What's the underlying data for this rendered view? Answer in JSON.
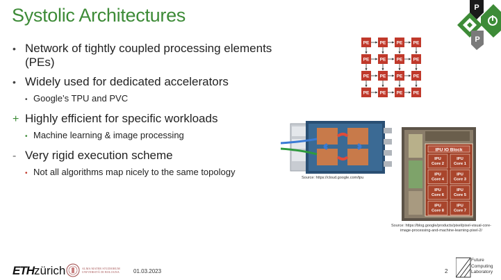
{
  "slide": {
    "title": "Systolic Architectures",
    "bullets": [
      {
        "marker": "•",
        "text": "Network of tightly coupled processing elements (PEs)"
      },
      {
        "marker": "•",
        "text": "Widely used for dedicated accelerators",
        "sub": {
          "marker": "•",
          "text": "Google’s TPU and PVC"
        }
      },
      {
        "marker": "+",
        "text": "Highly efficient for specific workloads",
        "sub": {
          "marker": "•",
          "text": "Machine learning & image processing"
        }
      },
      {
        "marker": "-",
        "text": "Very rigid execution scheme",
        "sub": {
          "marker": "•",
          "text": "Not all algorithms map nicely to the same topology"
        }
      }
    ],
    "pe_label": "PE",
    "tpu_source": "Source: https://cloud.google.com/tpu",
    "chip": {
      "io_block": "IPU IO Block",
      "cores": [
        [
          "IPU",
          "Core 2"
        ],
        [
          "IPU",
          "Core 1"
        ],
        [
          "IPU",
          "Core 4"
        ],
        [
          "IPU",
          "Core 3"
        ],
        [
          "IPU",
          "Core 6"
        ],
        [
          "IPU",
          "Core 5"
        ],
        [
          "IPU",
          "Core 8"
        ],
        [
          "IPU",
          "Core 7"
        ]
      ]
    },
    "chip_source": "Source: https://blog.google/products/pixel/pixel-visual-core-image-processing-and-machine-learning-pixel-2/"
  },
  "footer": {
    "eth_bold": "ETH",
    "eth_rest": "zürich",
    "unibo_line1": "ALMA MATER STUDIORUM",
    "unibo_line2": "UNIVERSITÀ DI BOLOGNA",
    "date": "01.03.2023",
    "page": "2",
    "fcl_lines": [
      "Future",
      "Computing",
      "Laboratory"
    ]
  },
  "logo_letters": [
    "P",
    "P"
  ],
  "colors": {
    "title": "#3d8b37",
    "pe": "#c0392b",
    "chip_bg": "#b04a2a"
  }
}
